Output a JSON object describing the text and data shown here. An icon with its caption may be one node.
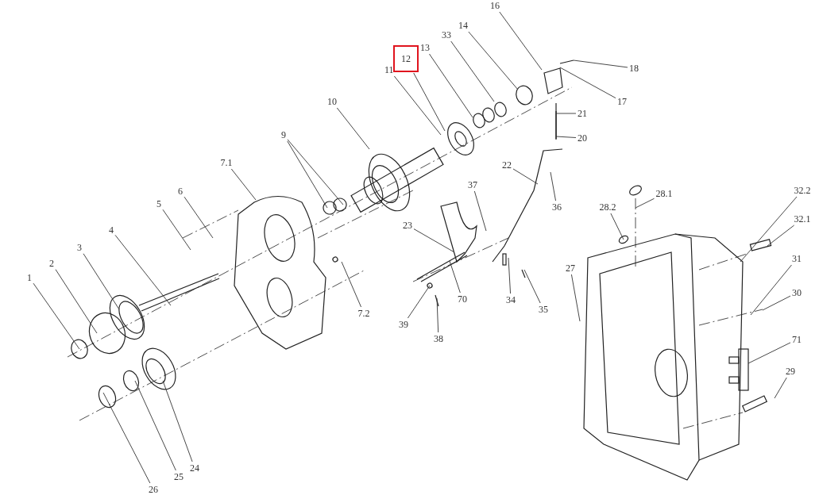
{
  "diagram": {
    "nodes": [
      {
        "text": [
          "1"
        ]
      },
      {
        "text": [
          "2"
        ]
      },
      {
        "text": [
          "3"
        ]
      },
      {
        "text": [
          "4"
        ]
      },
      {
        "text": [
          "5"
        ]
      },
      {
        "text": [
          "6"
        ]
      },
      {
        "text": [
          "7.1"
        ]
      },
      {
        "text": [
          "7.2"
        ]
      },
      {
        "text": [
          "9"
        ]
      },
      {
        "text": [
          "10"
        ]
      },
      {
        "text": [
          "11"
        ]
      },
      {
        "text": [
          "12"
        ]
      },
      {
        "text": [
          "13"
        ]
      },
      {
        "text": [
          "33"
        ]
      },
      {
        "text": [
          "14"
        ]
      },
      {
        "text": [
          "16"
        ]
      },
      {
        "text": [
          "18"
        ]
      },
      {
        "text": [
          "17"
        ]
      },
      {
        "text": [
          "21"
        ]
      },
      {
        "text": [
          "20"
        ]
      },
      {
        "text": [
          "22"
        ]
      },
      {
        "text": [
          "36"
        ]
      },
      {
        "text": [
          "37"
        ]
      },
      {
        "text": [
          "23"
        ]
      },
      {
        "text": [
          "70"
        ]
      },
      {
        "text": [
          "39"
        ]
      },
      {
        "text": [
          "38"
        ]
      },
      {
        "text": [
          "34"
        ]
      },
      {
        "text": [
          "35"
        ]
      },
      {
        "text": [
          "28.2"
        ]
      },
      {
        "text": [
          "28.1"
        ]
      },
      {
        "text": [
          "27"
        ]
      },
      {
        "text": [
          "32.2"
        ]
      },
      {
        "text": [
          "32.1"
        ]
      },
      {
        "text": [
          "31"
        ]
      },
      {
        "text": [
          "30"
        ]
      },
      {
        "text": [
          "71"
        ]
      },
      {
        "text": [
          "29"
        ]
      },
      {
        "text": [
          "24"
        ]
      },
      {
        "text": [
          "25"
        ]
      },
      {
        "text": [
          "26"
        ]
      }
    ],
    "edges": [
      {
        "from": 0,
        "to": null,
        "arrow": "none"
      },
      {
        "from": 1,
        "to": null,
        "arrow": "none"
      },
      {
        "from": 2,
        "to": null,
        "arrow": "none"
      },
      {
        "from": 3,
        "to": null,
        "arrow": "none"
      },
      {
        "from": 4,
        "to": null,
        "arrow": "none"
      },
      {
        "from": 5,
        "to": null,
        "arrow": "none"
      },
      {
        "from": 6,
        "to": null,
        "arrow": "none"
      },
      {
        "from": 7,
        "to": null,
        "arrow": "none"
      },
      {
        "from": 8,
        "to": null,
        "arrow": "none"
      },
      {
        "from": 8,
        "to": null,
        "arrow": "none"
      },
      {
        "from": 9,
        "to": null,
        "arrow": "none"
      },
      {
        "from": 10,
        "to": null,
        "arrow": "none"
      },
      {
        "from": 11,
        "to": null,
        "arrow": "none"
      },
      {
        "from": 12,
        "to": null,
        "arrow": "none"
      },
      {
        "from": 13,
        "to": null,
        "arrow": "none"
      },
      {
        "from": 14,
        "to": null,
        "arrow": "none"
      },
      {
        "from": 15,
        "to": null,
        "arrow": "none"
      },
      {
        "from": 16,
        "to": null,
        "arrow": "none"
      },
      {
        "from": 17,
        "to": null,
        "arrow": "none"
      },
      {
        "from": 18,
        "to": null,
        "arrow": "none"
      },
      {
        "from": 19,
        "to": null,
        "arrow": "none"
      },
      {
        "from": 20,
        "to": null,
        "arrow": "none"
      },
      {
        "from": 21,
        "to": null,
        "arrow": "none"
      },
      {
        "from": 22,
        "to": null,
        "arrow": "none"
      },
      {
        "from": 23,
        "to": null,
        "arrow": "none"
      },
      {
        "from": 24,
        "to": null,
        "arrow": "none"
      },
      {
        "from": 25,
        "to": null,
        "arrow": "none"
      },
      {
        "from": 26,
        "to": null,
        "arrow": "none"
      },
      {
        "from": 27,
        "to": null,
        "arrow": "none"
      },
      {
        "from": 28,
        "to": null,
        "arrow": "none"
      },
      {
        "from": 29,
        "to": null,
        "arrow": "none"
      },
      {
        "from": 30,
        "to": null,
        "arrow": "none"
      },
      {
        "from": 31,
        "to": null,
        "arrow": "none"
      },
      {
        "from": 32,
        "to": null,
        "arrow": "none"
      },
      {
        "from": 33,
        "to": null,
        "arrow": "none"
      },
      {
        "from": 34,
        "to": null,
        "arrow": "none"
      },
      {
        "from": 35,
        "to": null,
        "arrow": "none"
      },
      {
        "from": 36,
        "to": null,
        "arrow": "none"
      },
      {
        "from": 37,
        "to": null,
        "arrow": "none"
      },
      {
        "from": 38,
        "to": null,
        "arrow": "none"
      },
      {
        "from": 39,
        "to": null,
        "arrow": "none"
      },
      {
        "from": 40,
        "to": null,
        "arrow": "none"
      }
    ]
  }
}
